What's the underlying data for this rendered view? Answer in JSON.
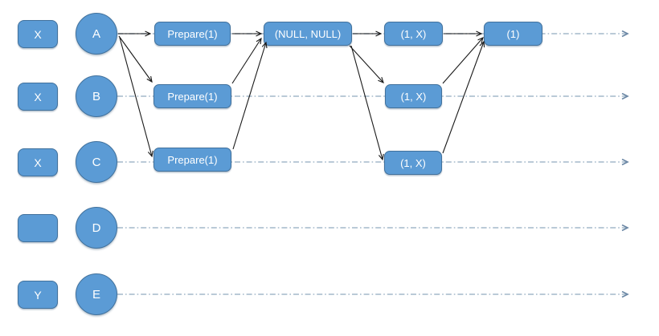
{
  "diagram": {
    "description": "Paxos consensus message timeline with five nodes",
    "colors": {
      "shape_fill": "#5b9bd5",
      "shape_border": "#41719c",
      "shape_text": "#ffffff",
      "timeline_dash": "#a4b8ca",
      "timeline_arrowhead": "#6b87a5",
      "message_arrow": "#1a1a1a",
      "background": "#ffffff"
    },
    "lanes": [
      {
        "value_label": "X",
        "node_label": "A"
      },
      {
        "value_label": "X",
        "node_label": "B"
      },
      {
        "value_label": "X",
        "node_label": "C"
      },
      {
        "value_label": "",
        "node_label": "D"
      },
      {
        "value_label": "Y",
        "node_label": "E"
      }
    ],
    "events": {
      "prepare_a": "Prepare(1)",
      "prepare_b": "Prepare(1)",
      "prepare_c": "Prepare(1)",
      "promise": "(NULL, NULL)",
      "accept_a": "(1, X)",
      "accept_b": "(1, X)",
      "accept_c": "(1, X)",
      "decide": "(1)"
    }
  }
}
